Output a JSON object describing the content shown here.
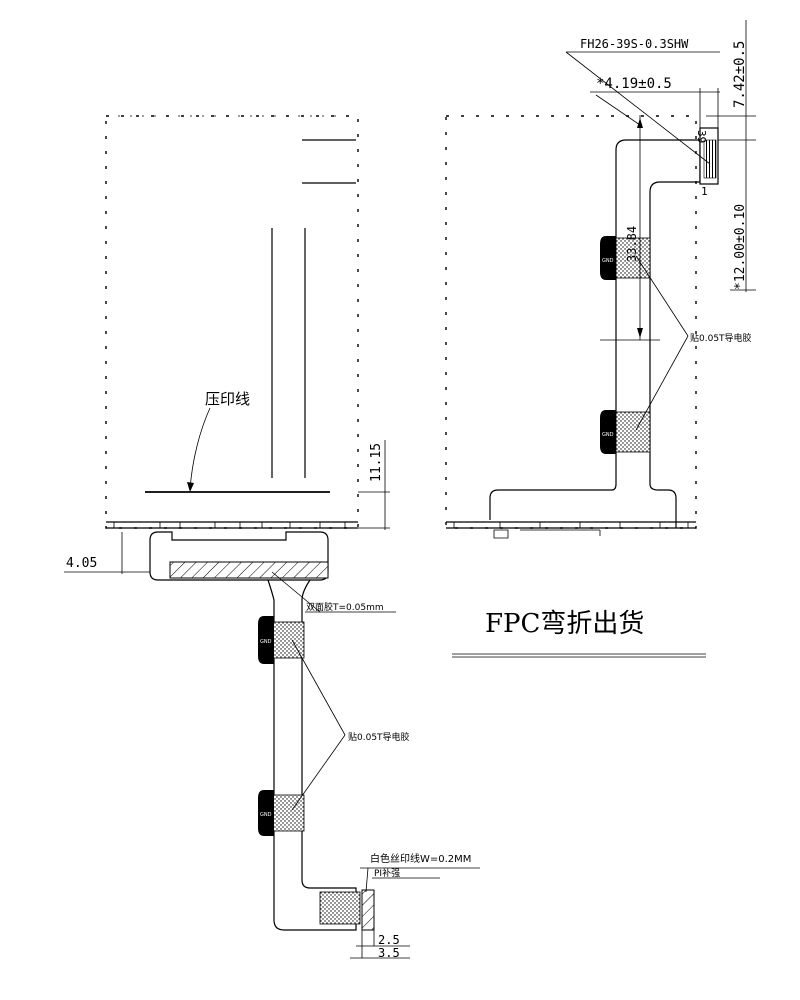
{
  "labels": {
    "connector_part": "FH26-39S-0.3SHW",
    "dim_4_19": "*4.19±0.5",
    "dim_7_42": "7.42±0.5",
    "dim_12_00": "*12.00±0.10",
    "pin_39": "39",
    "pin_1": "1",
    "dim_33_84": "33.84",
    "conductive_tape_right": "贴0.05T导电胶",
    "press_line": "压印线",
    "dim_11_15": "11.15",
    "dim_4_05": "4.05",
    "double_tape": "双面胶T=0.05mm",
    "conductive_tape_left": "贴0.05T导电胶",
    "silkscreen": "白色丝印线W=0.2MM",
    "pi_stiffener": "PI补强",
    "dim_2_5": "2.5",
    "dim_3_5": "3.5",
    "title": "FPC弯折出货",
    "gnd": "GND"
  }
}
